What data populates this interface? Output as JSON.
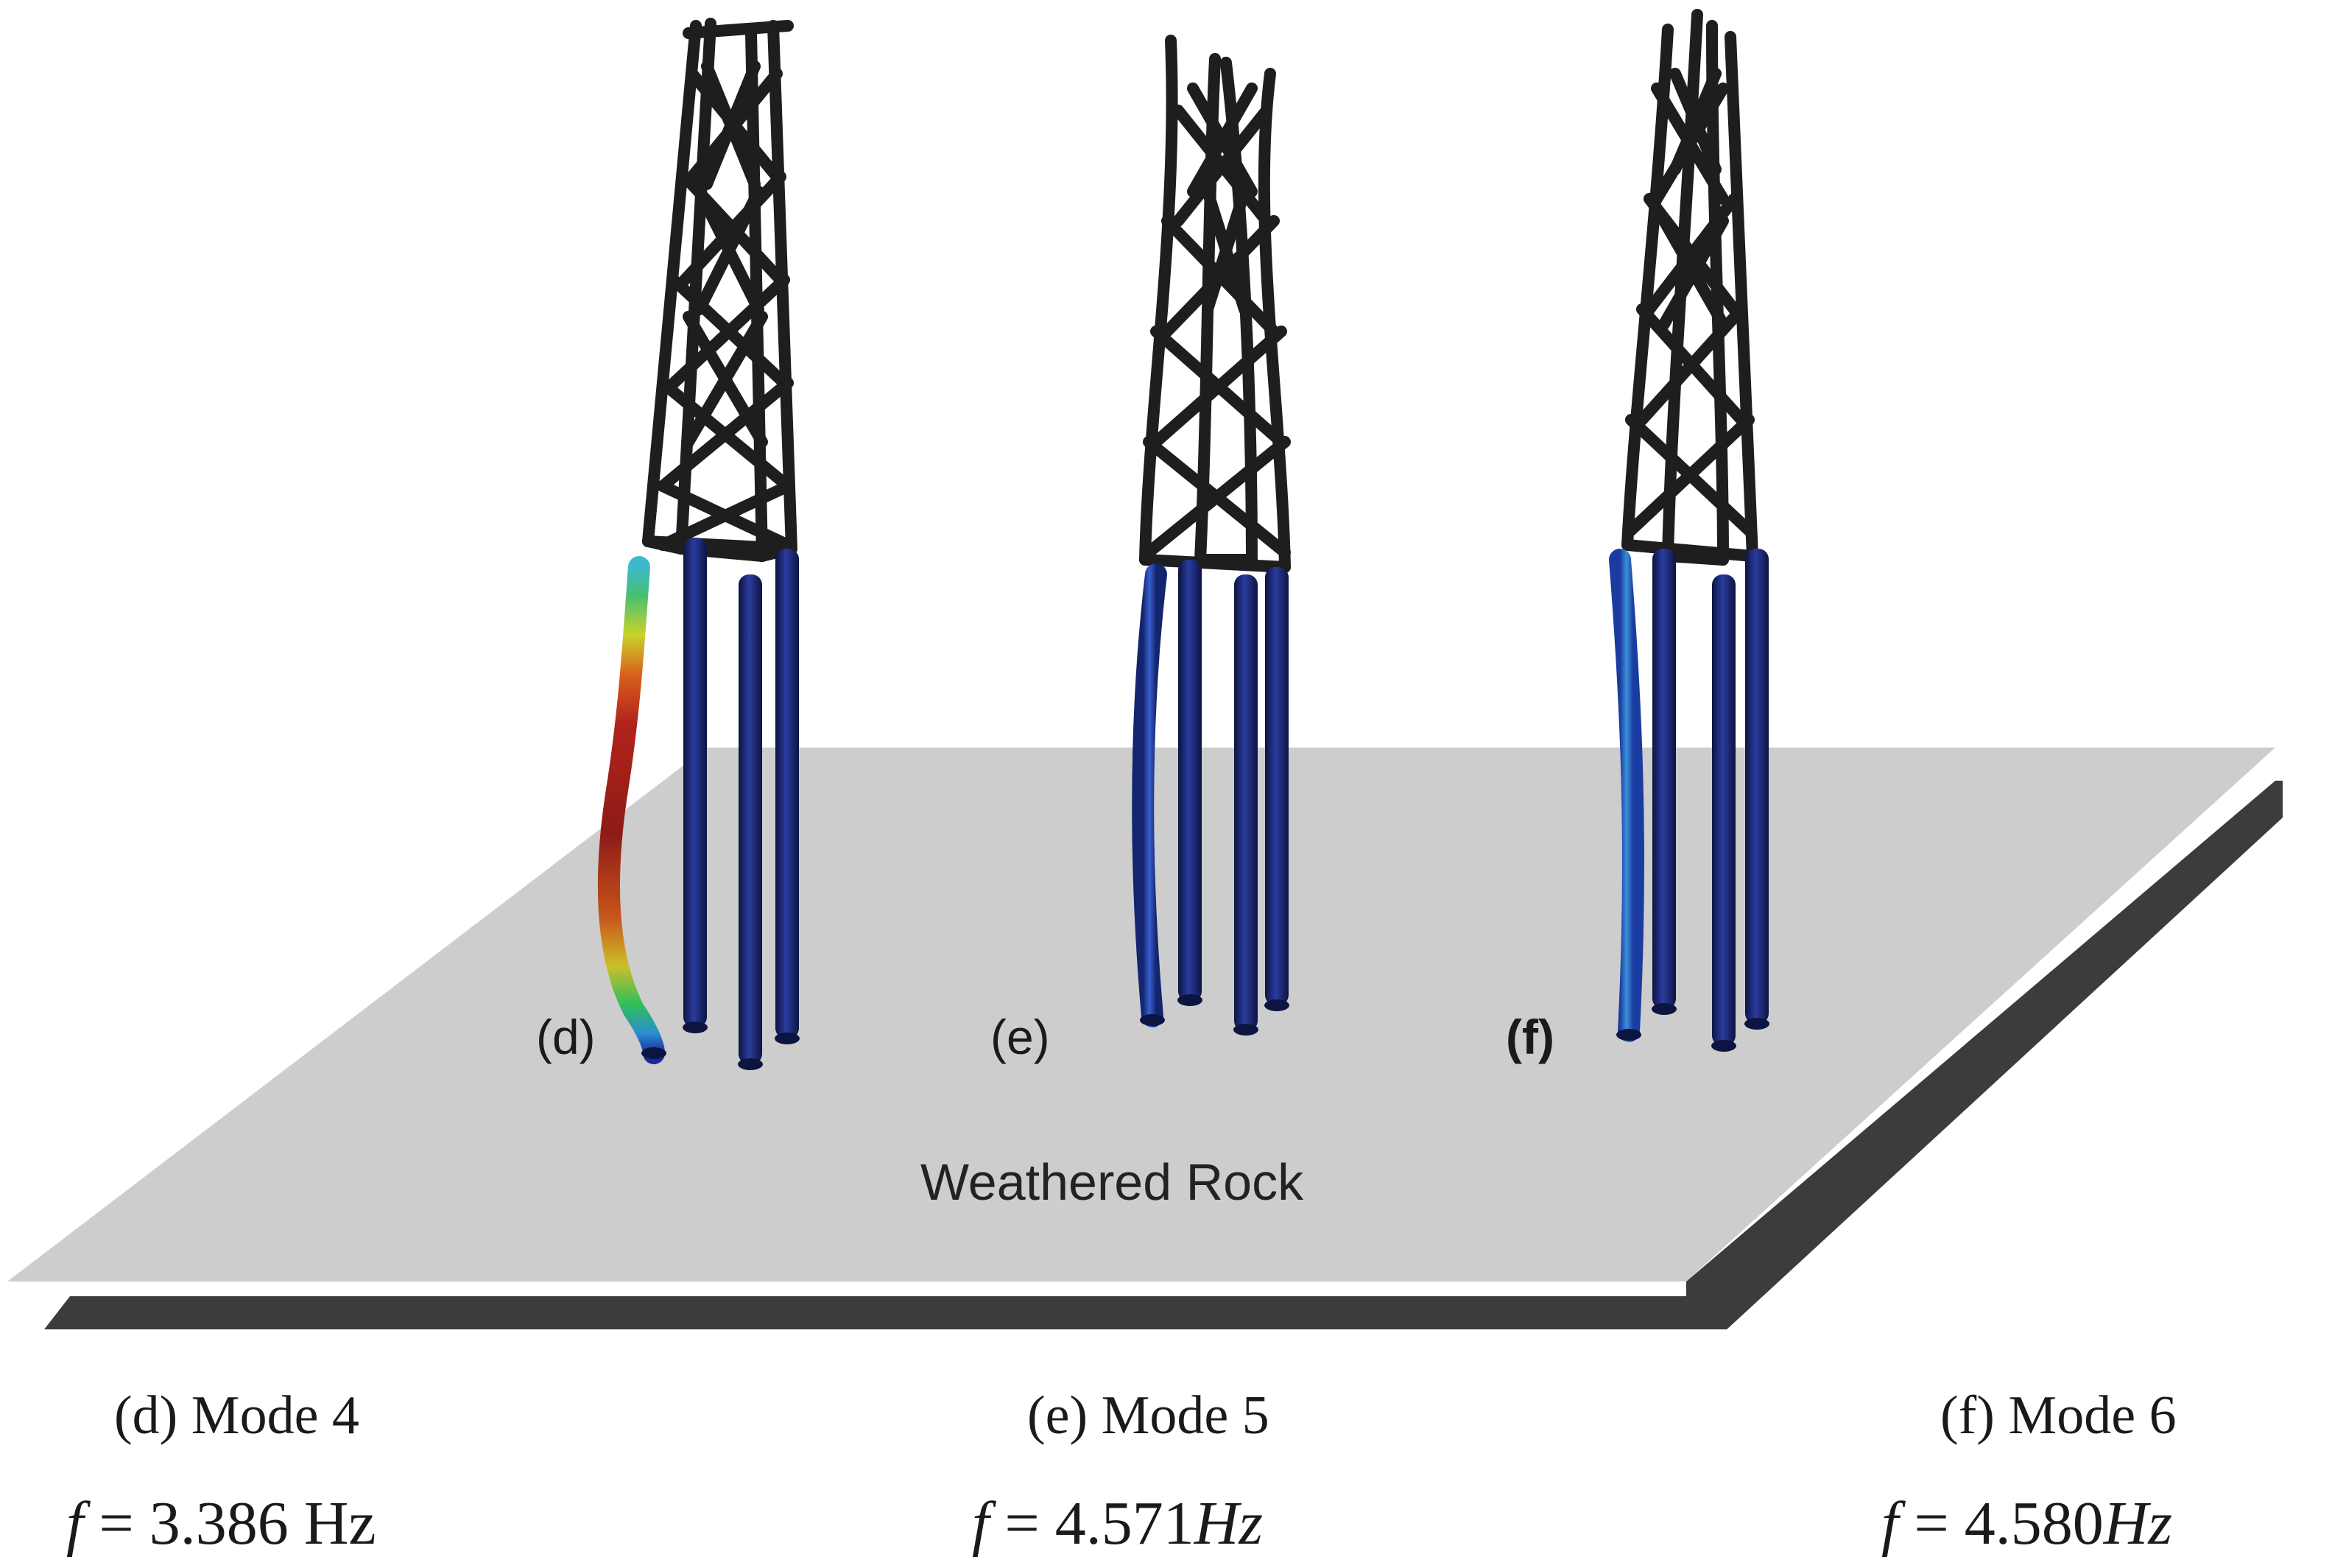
{
  "platform": {
    "label": "Weathered Rock",
    "top_color": "#cdcdcd",
    "edge_color": "#3c3c3c"
  },
  "colors": {
    "lattice": "#1e1e1e",
    "pile": "#1b2a78",
    "pile_highlight": "#3c55b8",
    "pile_shadow": "#0c1442"
  },
  "modes": [
    {
      "panel": "(d)",
      "caption": "(d) Mode 4",
      "f_symbol": "f",
      "equals": "=",
      "value": "3.386",
      "unit": "Hz",
      "unit_italic": false
    },
    {
      "panel": "(e)",
      "caption": "(e) Mode 5",
      "f_symbol": "f",
      "equals": "=",
      "value": "4.571",
      "unit": "Hz",
      "unit_italic": true
    },
    {
      "panel": "(f)",
      "caption": "(f) Mode 6",
      "f_symbol": "f",
      "equals": "=",
      "value": "4.580",
      "unit": "Hz",
      "unit_italic": true
    }
  ]
}
